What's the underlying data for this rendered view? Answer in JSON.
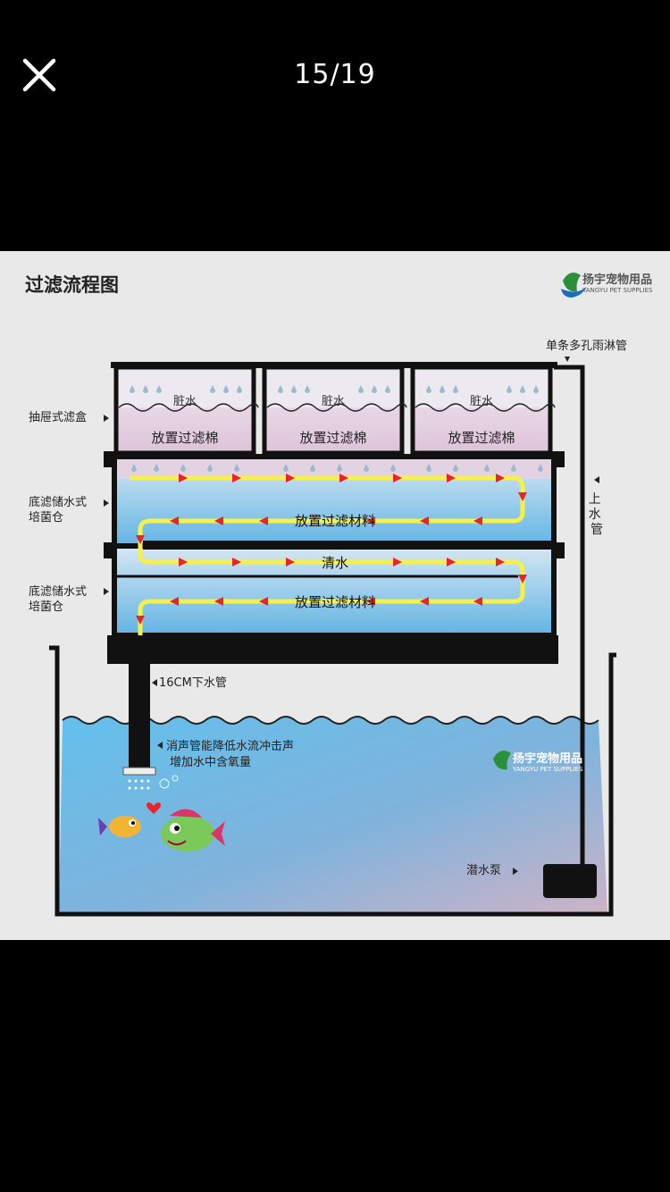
{
  "viewer": {
    "counter": "15/19",
    "close_icon": "close-icon"
  },
  "figure": {
    "title": "过滤流程图",
    "brand_cn": "扬宇宠物用品",
    "brand_en": "YANGYU PET SUPPLIES",
    "labels": {
      "rain_pipe": "单条多孔雨淋管",
      "drawer_box": "抽屉式滤盒",
      "bottom_filter_1_line1": "底滤储水式",
      "bottom_filter_1_line2": "培菌仓",
      "bottom_filter_2_line1": "底滤储水式",
      "bottom_filter_2_line2": "培菌仓",
      "up_pipe": "上水管",
      "down_pipe": "16CM下水管",
      "muffler_line1": "消声管能降低水流冲击声",
      "muffler_line2": "增加水中含氧量",
      "pump": "潜水泵"
    },
    "boxes": [
      {
        "dirty": "脏水",
        "cotton": "放置过滤棉"
      },
      {
        "dirty": "脏水",
        "cotton": "放置过滤棉"
      },
      {
        "dirty": "脏水",
        "cotton": "放置过滤棉"
      }
    ],
    "tier1_material": "放置过滤材料",
    "clean_water": "清水",
    "tier2_material": "放置过滤材料",
    "colors": {
      "flow_yellow": "#f5f04a",
      "flow_red": "#e8232a",
      "water_blue": "#5fb6e6",
      "cotton_pink": "#e6d2e2",
      "frame": "#111111"
    }
  }
}
